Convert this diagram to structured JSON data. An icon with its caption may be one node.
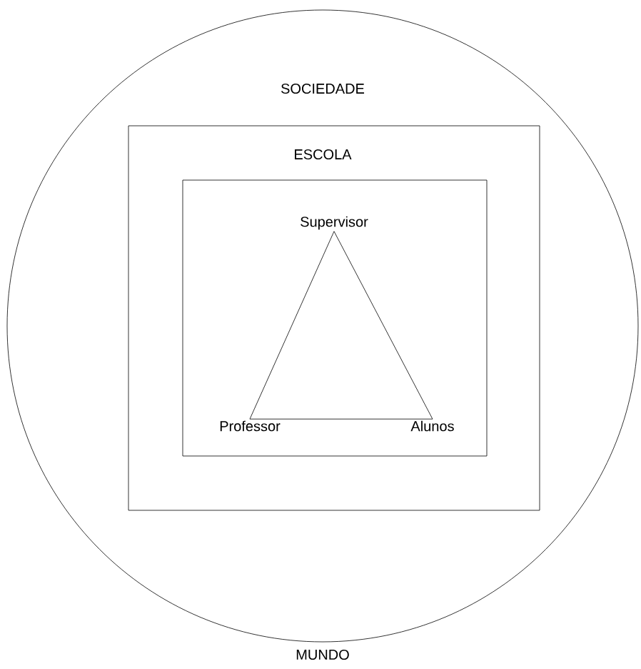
{
  "diagram": {
    "nodes": [
      {
        "text": [
          "SOCIEDADE"
        ]
      },
      {
        "text": [
          "ESCOLA"
        ],
        "in": 0
      },
      {
        "text": [],
        "shape": "box",
        "in": 1
      },
      {
        "text": [
          "Supervisor"
        ],
        "in": 2
      },
      {
        "text": [
          "Professor"
        ],
        "in": 2
      },
      {
        "text": [
          "Alunos"
        ],
        "in": 2
      }
    ],
    "edges": [
      {
        "from": 3,
        "to": 4,
        "arrow": "none"
      },
      {
        "from": 3,
        "to": 5,
        "arrow": "none"
      },
      {
        "from": 4,
        "to": 5,
        "arrow": "none"
      }
    ],
    "labels": [
      "MUNDO"
    ]
  }
}
